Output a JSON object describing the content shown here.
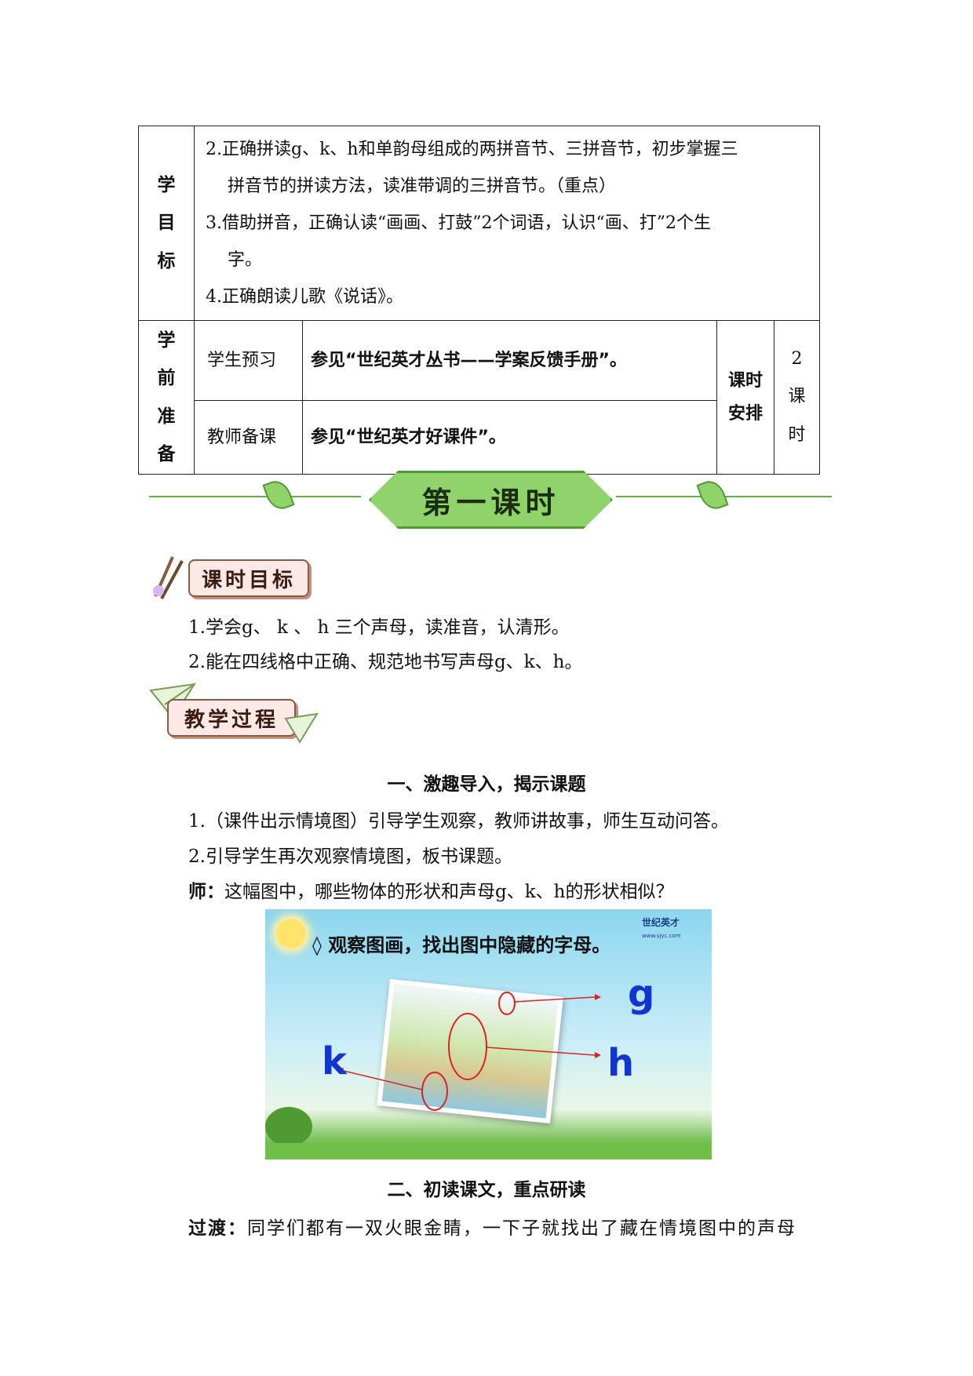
{
  "table": {
    "goals_head": "学\n目\n标",
    "goals": [
      "2.正确拼读g、k、h和单韵母组成的两拼音节、三拼音节，初步掌握三",
      "拼音节的拼读方法，读准带调的三拼音节。（重点）",
      "3.借助拼音，正确认读“画画、打鼓”2个词语，认识“画、打”2个生",
      "字。",
      "4.正确朗读儿歌《说话》。"
    ],
    "prep_head": "学\n前\n准\n备",
    "prep": [
      {
        "label": "学生预习",
        "value": "参见“世纪英才丛书——学案反馈手册”。"
      },
      {
        "label": "教师备课",
        "value": "参见“世纪英才好课件”。"
      }
    ],
    "hours_head": "课时\n安排",
    "hours_value": "2\n课\n时"
  },
  "banner": "第一课时",
  "tag1": "课时目标",
  "objectives": [
    "1.学会g、 k 、 h 三个声母，读准音，认清形。",
    "2.能在四线格中正确、规范地书写声母g、k、h。"
  ],
  "tag2": "教学过程",
  "section1": "一、激趣导入，揭示课题",
  "steps": [
    "1.（课件出示情境图）引导学生观察，教师讲故事，师生互动问答。",
    "2.引导学生再次观察情境图，板书课题。"
  ],
  "teacher_label": "师：",
  "teacher_text": "这幅图中，哪些物体的形状和声母g、k、h的形状相似？",
  "image": {
    "brand": "世纪英才",
    "brand_url": "www.sjyc.com",
    "heading": "◊ 观察图画，找出图中隐藏的字母。",
    "letter_g": "g",
    "letter_k": "k",
    "letter_h": "h"
  },
  "section2": "二、初读课文，重点研读",
  "transition_label": "过渡：",
  "transition_text": "同学们都有一双火眼金睛，一下子就找出了藏在情境图中的声母"
}
